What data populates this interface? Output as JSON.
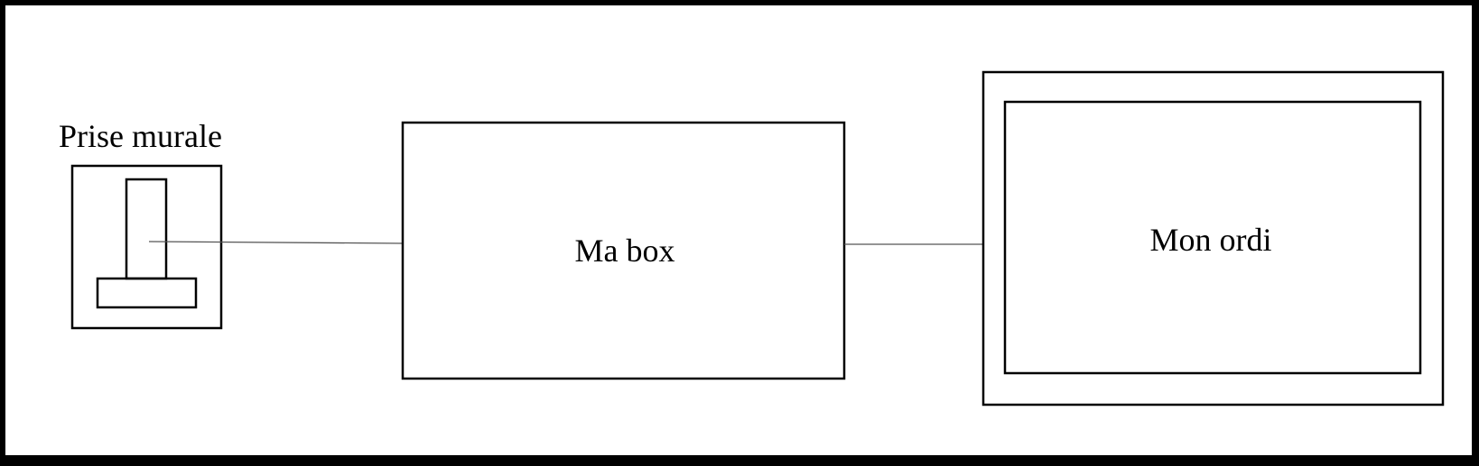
{
  "diagram": {
    "wall_socket": {
      "label": "Prise murale"
    },
    "box": {
      "label": "Ma box"
    },
    "computer": {
      "label": "Mon ordi"
    },
    "connections": [
      {
        "from": "wall_socket",
        "to": "box"
      },
      {
        "from": "box",
        "to": "computer"
      }
    ],
    "colors": {
      "frame": "#000000",
      "background": "#ffffff",
      "stroke": "#000000",
      "link": "#555555"
    }
  }
}
